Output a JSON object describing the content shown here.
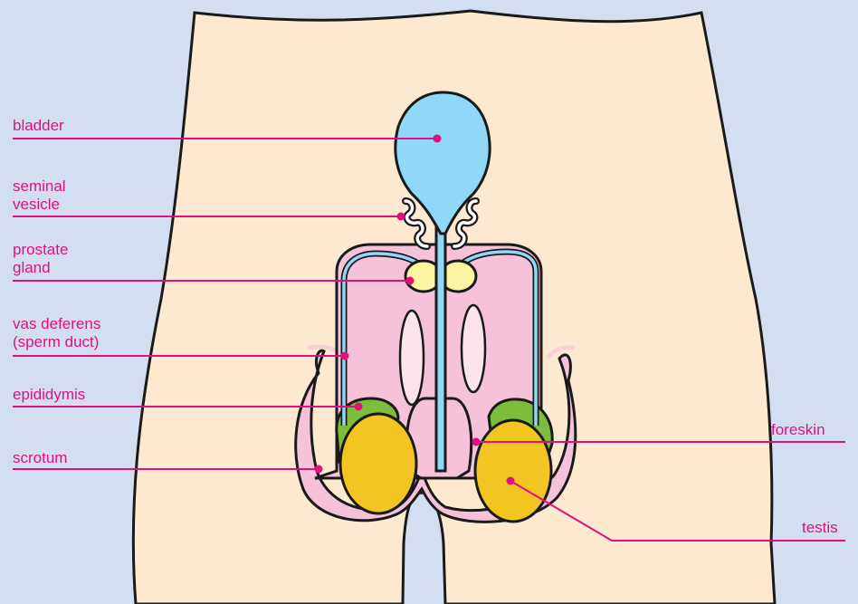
{
  "colors": {
    "background": "#d3dff0",
    "skin": "#fde9cf",
    "outline": "#1a1a1a",
    "label_pink": "#e0117f",
    "bladder_blue": "#8fd8f7",
    "prostate_yellow": "#fbf4a0",
    "penis_pink": "#f6c2d9",
    "testis_gold": "#f2c520",
    "epididymis_green": "#7dbd3c"
  },
  "labels": {
    "bladder": "bladder",
    "seminal_vesicle": [
      "seminal",
      "vesicle"
    ],
    "prostate_gland": [
      "prostate",
      "gland"
    ],
    "vas_deferens": [
      "vas deferens",
      "(sperm duct)"
    ],
    "epididymis": "epididymis",
    "scrotum": "scrotum",
    "foreskin": "foreskin",
    "testis": "testis"
  }
}
